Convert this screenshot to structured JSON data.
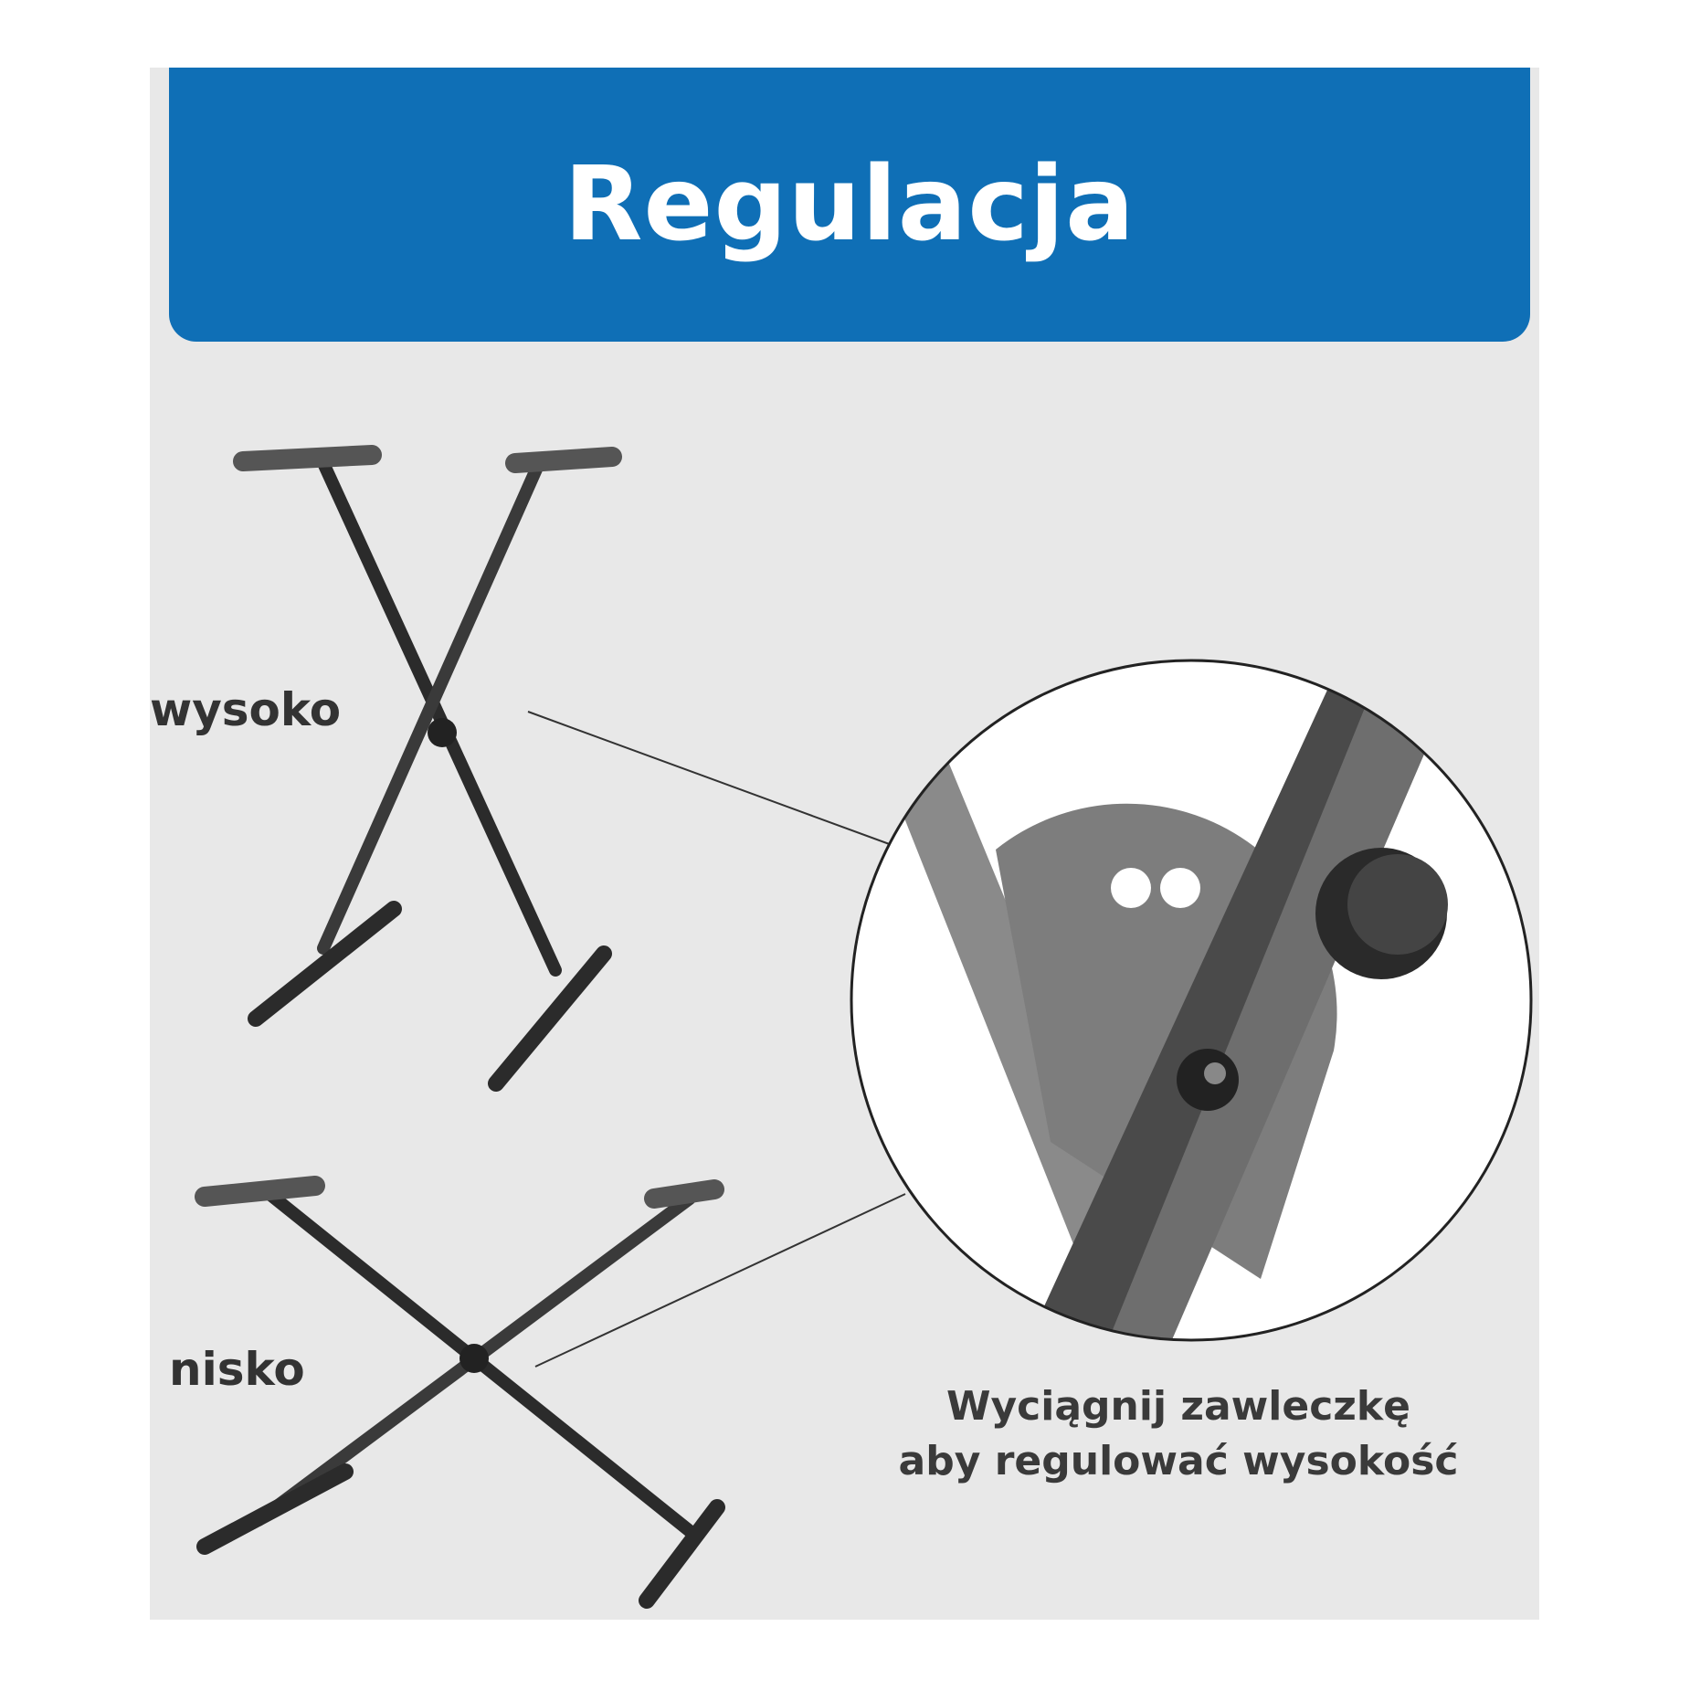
{
  "header": {
    "title": "Regulacja"
  },
  "labels": {
    "high": "wysoko",
    "low": "nisko"
  },
  "caption": {
    "line1": "Wyciągnij zawleczkę",
    "line2": "aby regulować wysokość"
  },
  "colors": {
    "banner": "#0f6fb6",
    "panel": "#e8e8e8",
    "text": "#333333"
  }
}
